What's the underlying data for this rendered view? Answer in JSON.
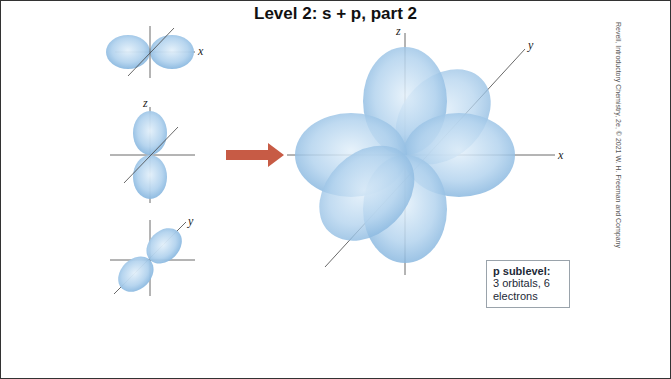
{
  "diagram": {
    "title": "Level 2: s + p, part 2",
    "nodes": [
      {
        "text": [
          "p sublevel:",
          "3 orbitals, 6 electrons"
        ]
      }
    ],
    "labels": [
      "x",
      "z",
      "y",
      "z",
      "y",
      "x",
      "Revell, Introductory Chemistry, 2e, © 2021 W. H. Freeman and Company"
    ]
  }
}
